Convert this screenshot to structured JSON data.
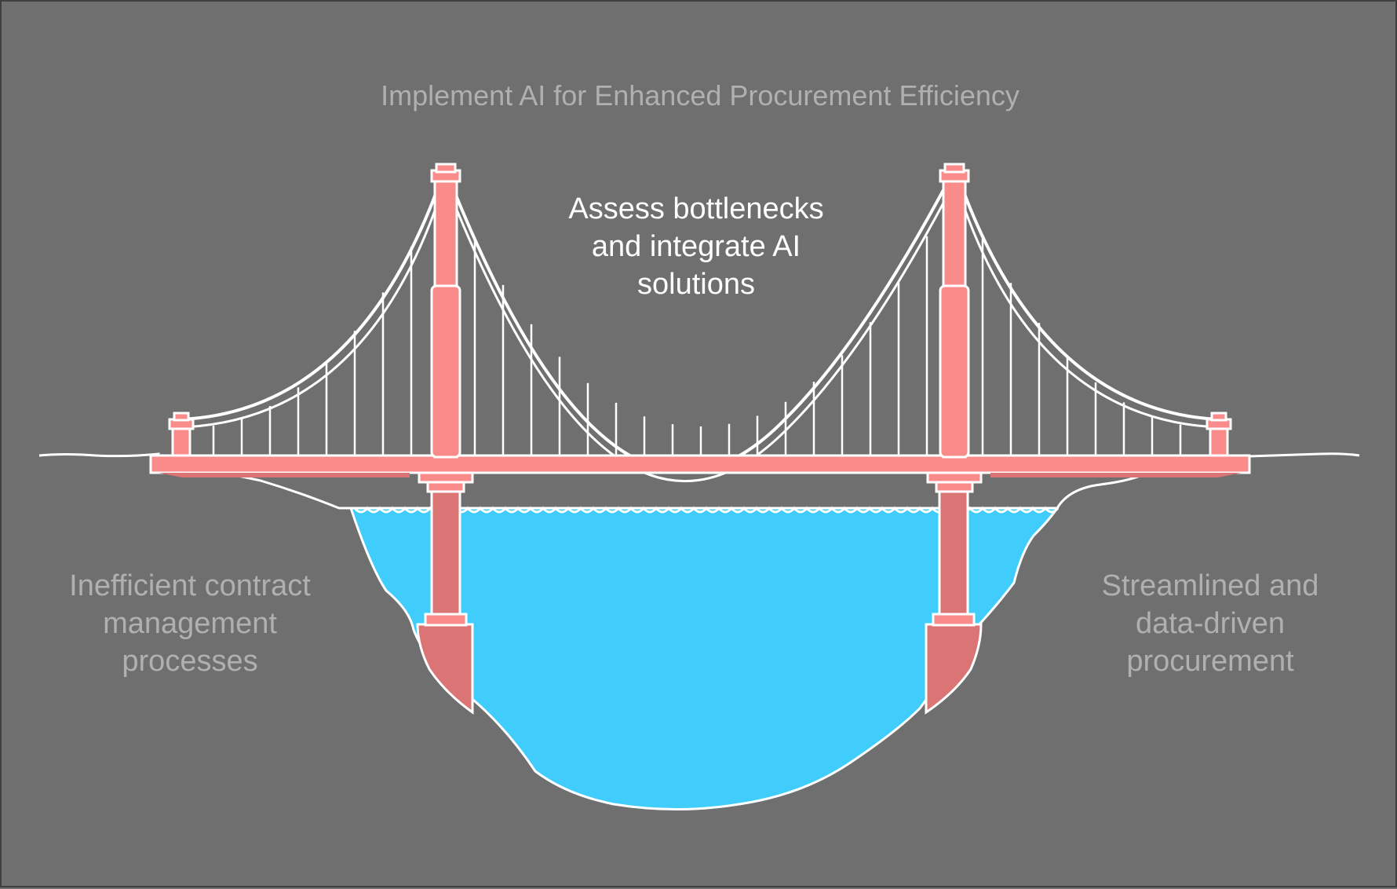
{
  "diagram": {
    "title": "Implement AI for Enhanced Procurement Efficiency",
    "bridge_label": {
      "lines": [
        "Assess bottlenecks",
        "and integrate AI",
        "solutions"
      ]
    },
    "left_bank_label": {
      "lines": [
        "Inefficient contract",
        "management",
        "processes"
      ]
    },
    "right_bank_label": {
      "lines": [
        "Streamlined and",
        "data-driven",
        "procurement"
      ]
    }
  },
  "colors": {
    "background": "#6f6f6f",
    "bridge_coral": "#f98b8b",
    "bridge_shadow": "#db7575",
    "water": "#41cdfb",
    "outline": "#ffffff",
    "muted_text": "#b0b0b0"
  },
  "icons": {
    "bridge": "suspension-bridge-icon",
    "water": "water-icon"
  }
}
